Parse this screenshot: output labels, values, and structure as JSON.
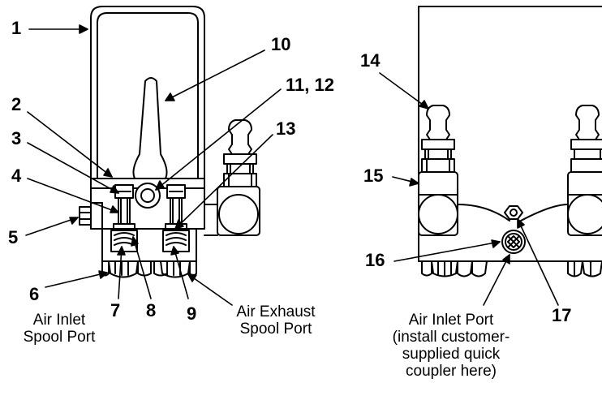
{
  "callouts": {
    "c1": "1",
    "c2": "2",
    "c3": "3",
    "c4": "4",
    "c5": "5",
    "c6": "6",
    "c7": "7",
    "c8": "8",
    "c9": "9",
    "c10": "10",
    "c11_12": "11, 12",
    "c13": "13",
    "c14": "14",
    "c15": "15",
    "c16": "16",
    "c17": "17"
  },
  "captions": {
    "air_inlet_spool_port": "Air Inlet\nSpool Port",
    "air_exhaust_spool_port": "Air Exhaust\nSpool Port",
    "air_inlet_port": "Air Inlet Port\n(install customer-\nsupplied quick\ncoupler here)"
  }
}
